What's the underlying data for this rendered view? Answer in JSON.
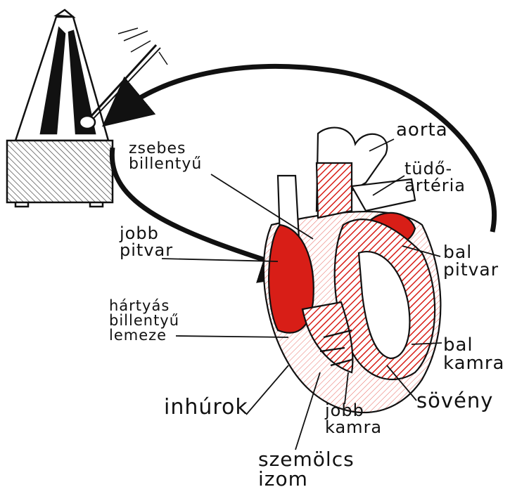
{
  "colors": {
    "ink": "#111111",
    "blood": "#d81e17",
    "blood_light": "#f2a7a3"
  },
  "labels": {
    "zsebes_billentyu": [
      "zsebes",
      "billentyű"
    ],
    "aorta": [
      "aorta"
    ],
    "tudoarteria": [
      "tüdő-",
      "artéria"
    ],
    "jobb_pitvar": [
      "jobb",
      "pitvar"
    ],
    "bal_pitvar": [
      "bal",
      "pitvar"
    ],
    "hartyas_billentyu_lemeze": [
      "hártyás",
      "billentyű",
      "lemeze"
    ],
    "bal_kamra": [
      "bal",
      "kamra"
    ],
    "soveny": [
      "sövény"
    ],
    "inhurok": [
      "inhúrok"
    ],
    "jobb_kamra": [
      "jobb",
      "kamra"
    ],
    "szemolcs_izom": [
      "szemölcs",
      "izom"
    ]
  },
  "icons": [
    "metronome-icon",
    "heart-illustration"
  ]
}
